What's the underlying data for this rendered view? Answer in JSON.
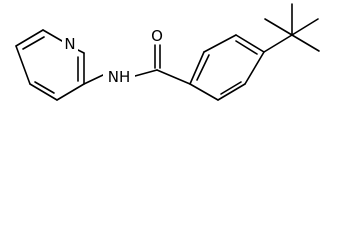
{
  "molecule": {
    "atom_labels": {
      "pyridine_nitrogen": "N",
      "amide_nitrogen": "NH",
      "carbonyl_oxygen": "O"
    },
    "line_color": "#000000",
    "background_color": "#ffffff"
  }
}
